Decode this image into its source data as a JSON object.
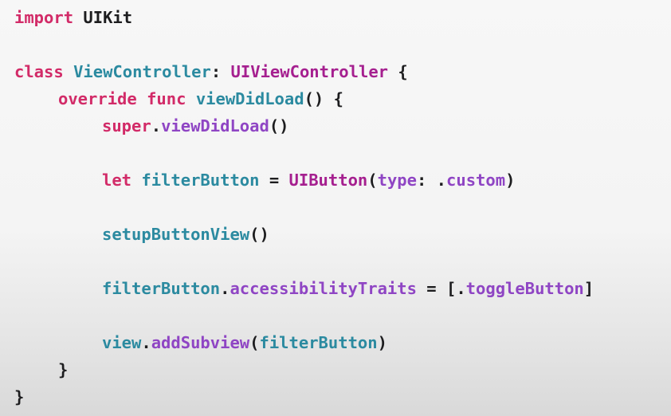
{
  "code": {
    "line_1": {
      "kw": "import",
      "name": "UIKit"
    },
    "line_3": {
      "kw": "class",
      "name": "ViewController",
      "colon": ":",
      "super_type": "UIViewController",
      "brace": "{"
    },
    "line_4": {
      "kw1": "override",
      "kw2": "func",
      "name": "viewDidLoad",
      "rest": "() {"
    },
    "line_5": {
      "kw": "super",
      "dot": ".",
      "method": "viewDidLoad",
      "rest": "()"
    },
    "line_7": {
      "kw": "let",
      "name": "filterButton",
      "eq": "=",
      "type": "UIButton",
      "open": "(",
      "param": "type",
      "colon": ":",
      "dot": ".",
      "value": "custom",
      "close": ")"
    },
    "line_9": {
      "call": "setupButtonView",
      "rest": "()"
    },
    "line_11": {
      "var": "filterButton",
      "dot": ".",
      "prop": "accessibilityTraits",
      "assign": "=",
      "open": "[",
      "dot2": ".",
      "value": "toggleButton",
      "close": "]"
    },
    "line_13": {
      "var": "view",
      "dot": ".",
      "method": "addSubview",
      "open": "(",
      "arg": "filterButton",
      "close": ")"
    },
    "line_14": {
      "brace": "}"
    },
    "line_15": {
      "brace": "}"
    }
  }
}
